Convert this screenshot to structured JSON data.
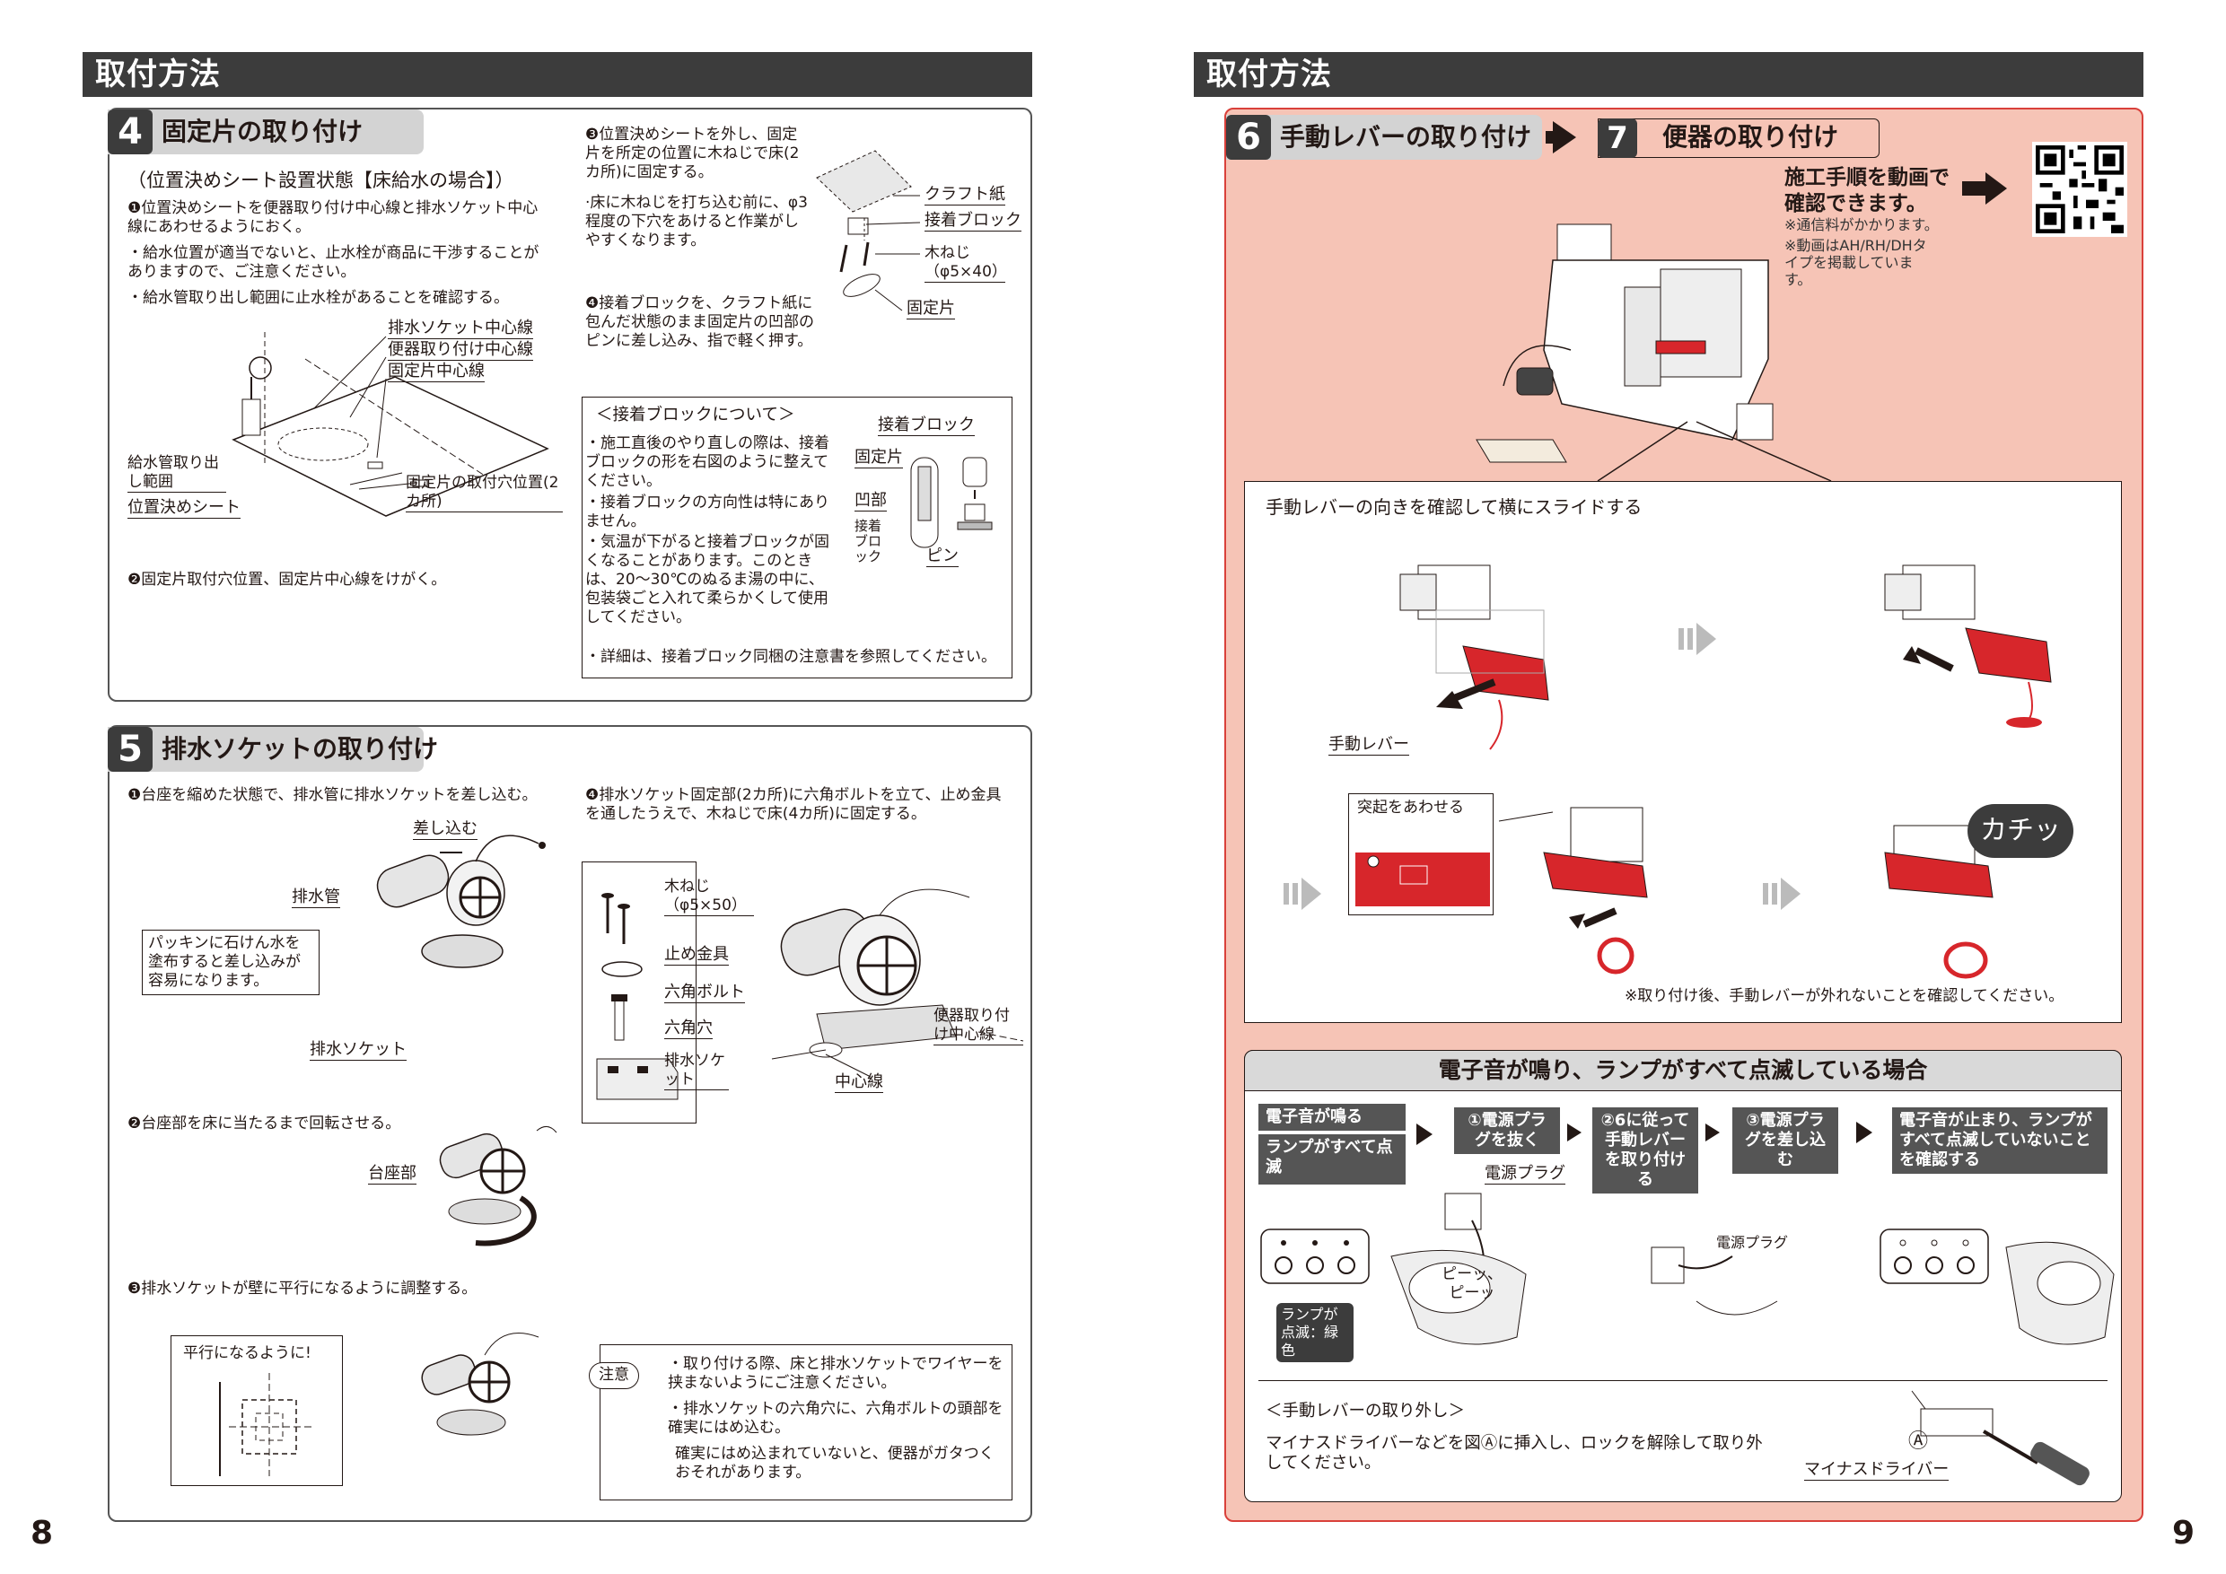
{
  "left": {
    "header": "取付方法",
    "page_number": "8",
    "s4": {
      "num": "4",
      "title": "固定片の取り付け",
      "subtitle": "（位置決めシート設置状態【床給水の場合】）",
      "step1": "❶位置決めシートを便器取り付け中心線と排水ソケット中心線にあわせるようにおく。",
      "note1": "・給水位置が適当でないと、止水栓が商品に干渉することがありますので、ご注意ください。",
      "note2": "・給水管取り出し範囲に止水栓があることを確認する。",
      "fig1": {
        "drain_center": "排水ソケット中心線",
        "toilet_center": "便器取り付け中心線",
        "fixing_center": "固定片中心線",
        "supply_range": "給水管取り出し範囲",
        "sheet": "位置決めシート",
        "holes": "固定片の取付穴位置(2カ所)"
      },
      "step2": "❷固定片取付穴位置、固定片中心線をけがく。",
      "step3": "❸位置決めシートを外し、固定片を所定の位置に木ねじで床(2カ所)に固定する。",
      "step3_note": "·床に木ねじを打ち込む前に、φ3程度の下穴をあけると作業がしやすくなります。",
      "fig2": {
        "kraft": "クラフト紙",
        "block": "接着ブロック",
        "screw": "木ねじ（φ5×40）",
        "fixing": "固定片"
      },
      "step4": "❹接着ブロックを、クラフト紙に包んだ状態のまま固定片の凹部のピンに差し込み、指で軽く押す。",
      "about": {
        "title": "＜接着ブロックについて＞",
        "b1": "・施工直後のやり直しの際は、接着ブロックの形を右図のように整えてください。",
        "b2": "・接着ブロックの方向性は特にありません。",
        "b3": "・気温が下がると接着ブロックが固くなることがあります。このときは、20～30℃のぬるま湯の中に、包装袋ごと入れて柔らかくして使用してください。",
        "b4": "・詳細は、接着ブロック同梱の注意書を参照してください。",
        "fig_block": "接着ブロック",
        "fig_fixing": "固定片",
        "fig_recess": "凹部",
        "fig_block2": "接着ブロック",
        "fig_pin": "ピン"
      }
    },
    "s5": {
      "num": "5",
      "title": "排水ソケットの取り付け",
      "step1": "❶台座を縮めた状態で、排水管に排水ソケットを差し込む。",
      "insert": "差し込む",
      "drain_pipe": "排水管",
      "packing_note": "パッキンに石けん水を塗布すると差し込みが容易になります。",
      "drain_socket": "排水ソケット",
      "step2": "❷台座部を床に当たるまで回転させる。",
      "base": "台座部",
      "step3": "❸排水ソケットが壁に平行になるように調整する。",
      "parallel": "平行になるように!",
      "step4": "❹排水ソケット固定部(2カ所)に六角ボルトを立て、止め金具を通したうえで、木ねじで床(4カ所)に固定する。",
      "screw": "木ねじ（φ5×50）",
      "clamp": "止め金具",
      "hexbolt": "六角ボルト",
      "hexhole": "六角穴",
      "drain_socket2": "排水ソケット",
      "toilet_center": "便器取り付け中心線",
      "center": "中心線",
      "caution_label": "注意",
      "caution1": "・取り付ける際、床と排水ソケットでワイヤーを挟まないようにご注意ください。",
      "caution2": "・排水ソケットの六角穴に、六角ボルトの頭部を確実にはめ込む。",
      "caution3": "確実にはめ込まれていないと、便器がガタつくおそれがあります。"
    }
  },
  "right": {
    "header": "取付方法",
    "page_number": "9",
    "s6": {
      "num": "6",
      "title": "手動レバーの取り付け"
    },
    "s7": {
      "num": "7",
      "title": "便器の取り付け"
    },
    "video": "施工手順を動画で確認できます。",
    "video_note1": "※通信料がかかります。",
    "video_note2": "※動画はAH/RH/DHタイプを掲載しています。",
    "lever_box": {
      "title": "手動レバーの向きを確認して横にスライドする",
      "lever": "手動レバー",
      "align": "突起をあわせる",
      "click": "カチッ",
      "note": "※取り付け後、手動レバーが外れないことを確認してください。"
    },
    "beep": {
      "title": "電子音が鳴り、ランプがすべて点滅している場合",
      "cond1": "電子音が鳴る",
      "cond2": "ランプがすべて点滅",
      "f1": "①電源プラグを抜く",
      "f2": "②6に従って手動レバーを取り付ける",
      "f3": "③電源プラグを差し込む",
      "f4": "電子音が止まり、ランプがすべて点滅していないことを確認する",
      "plug": "電源プラグ",
      "plug2": "電源プラグ",
      "beep_sound": "ピーッ、ピーッ",
      "lamp": "ランプが点滅：緑色",
      "remove_title": "＜手動レバーの取り外し＞",
      "remove_text": "マイナスドライバーなどを図Ⓐに挿入し、ロックを解除して取り外してください。",
      "a_mark": "Ⓐ",
      "driver": "マイナスドライバー"
    }
  },
  "colors": {
    "pink_bg": "#f6c4b6",
    "red_border": "#d9403a",
    "lever_red": "#d7262b",
    "dark": "#3c3c3c"
  }
}
